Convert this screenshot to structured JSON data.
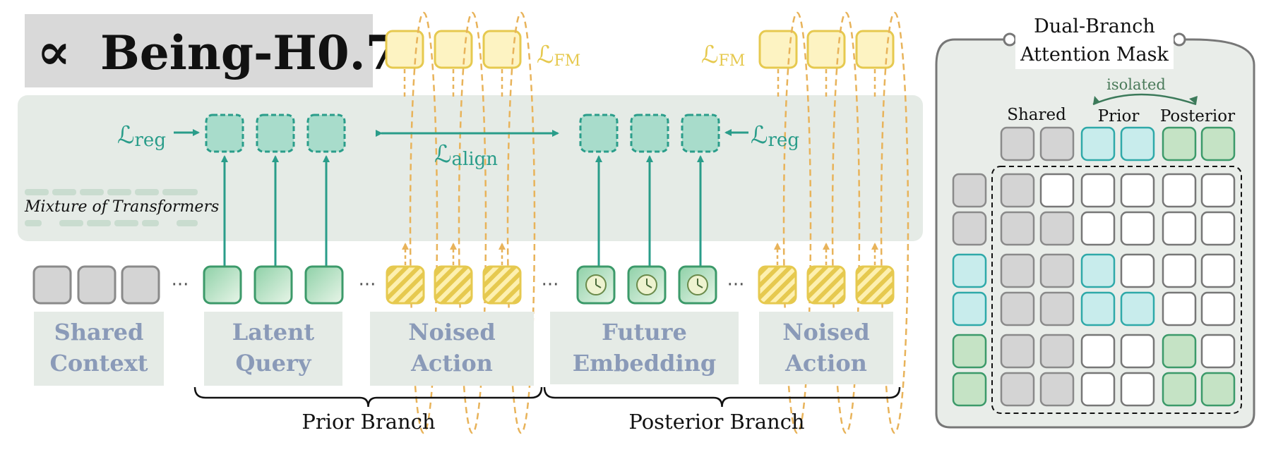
{
  "logo": {
    "symbol": "∝",
    "text": "Being-H0.7"
  },
  "mot_label": "Mixture of Transformers",
  "losses": {
    "flow_matching_left": "ℒ",
    "flow_matching_left_sub": "FM",
    "flow_matching_right": "ℒ",
    "flow_matching_right_sub": "FM",
    "reg_left": "ℒ",
    "reg_left_sub": "reg",
    "reg_right": "ℒ",
    "reg_right_sub": "reg",
    "align": "ℒ",
    "align_sub": "align"
  },
  "ellipsis": "···",
  "token_groups": [
    {
      "line1": "Shared",
      "line2": "Context"
    },
    {
      "line1": "Latent",
      "line2": "Query"
    },
    {
      "line1": "Noised",
      "line2": "Action"
    },
    {
      "line1": "Future",
      "line2": "Embedding"
    },
    {
      "line1": "Noised",
      "line2": "Action"
    }
  ],
  "branches": {
    "prior": "Prior Branch",
    "posterior": "Posterior Branch"
  },
  "mask_panel": {
    "title_line1": "Dual-Branch",
    "title_line2": "Attention Mask",
    "isolated": "isolated",
    "col_shared": "Shared",
    "col_prior": "Prior",
    "col_posterior": "Posterior",
    "grid": [
      [
        "gray",
        "white",
        "white",
        "white",
        "white",
        "white"
      ],
      [
        "gray",
        "gray",
        "white",
        "white",
        "white",
        "white"
      ],
      [
        "gray",
        "gray",
        "cyan",
        "white",
        "white",
        "white"
      ],
      [
        "gray",
        "gray",
        "cyan",
        "cyan",
        "white",
        "white"
      ],
      [
        "gray",
        "gray",
        "white",
        "white",
        "green",
        "white"
      ],
      [
        "gray",
        "gray",
        "white",
        "white",
        "green",
        "green"
      ]
    ],
    "row_colors": [
      "gray",
      "gray",
      "cyan",
      "cyan",
      "green",
      "green"
    ],
    "col_colors": [
      "gray",
      "gray",
      "cyan",
      "cyan",
      "green",
      "green"
    ]
  },
  "colors": {
    "teal": "#2a9d8a",
    "teal_fill": "#a8dccb",
    "yellow": "#e6c94f",
    "yellow_fill": "#fdf3c2",
    "orange_dash": "#e8b35a",
    "label_blue": "#8a9ab8",
    "band": "#e5ebe6",
    "gray_fill": "#d4d4d4",
    "gray_stroke": "#8a8a8a",
    "cyan_fill": "#c8ecec",
    "cyan_stroke": "#2fa9a9",
    "green_fill": "#c5e3c5",
    "green_stroke": "#3c9a6a"
  }
}
